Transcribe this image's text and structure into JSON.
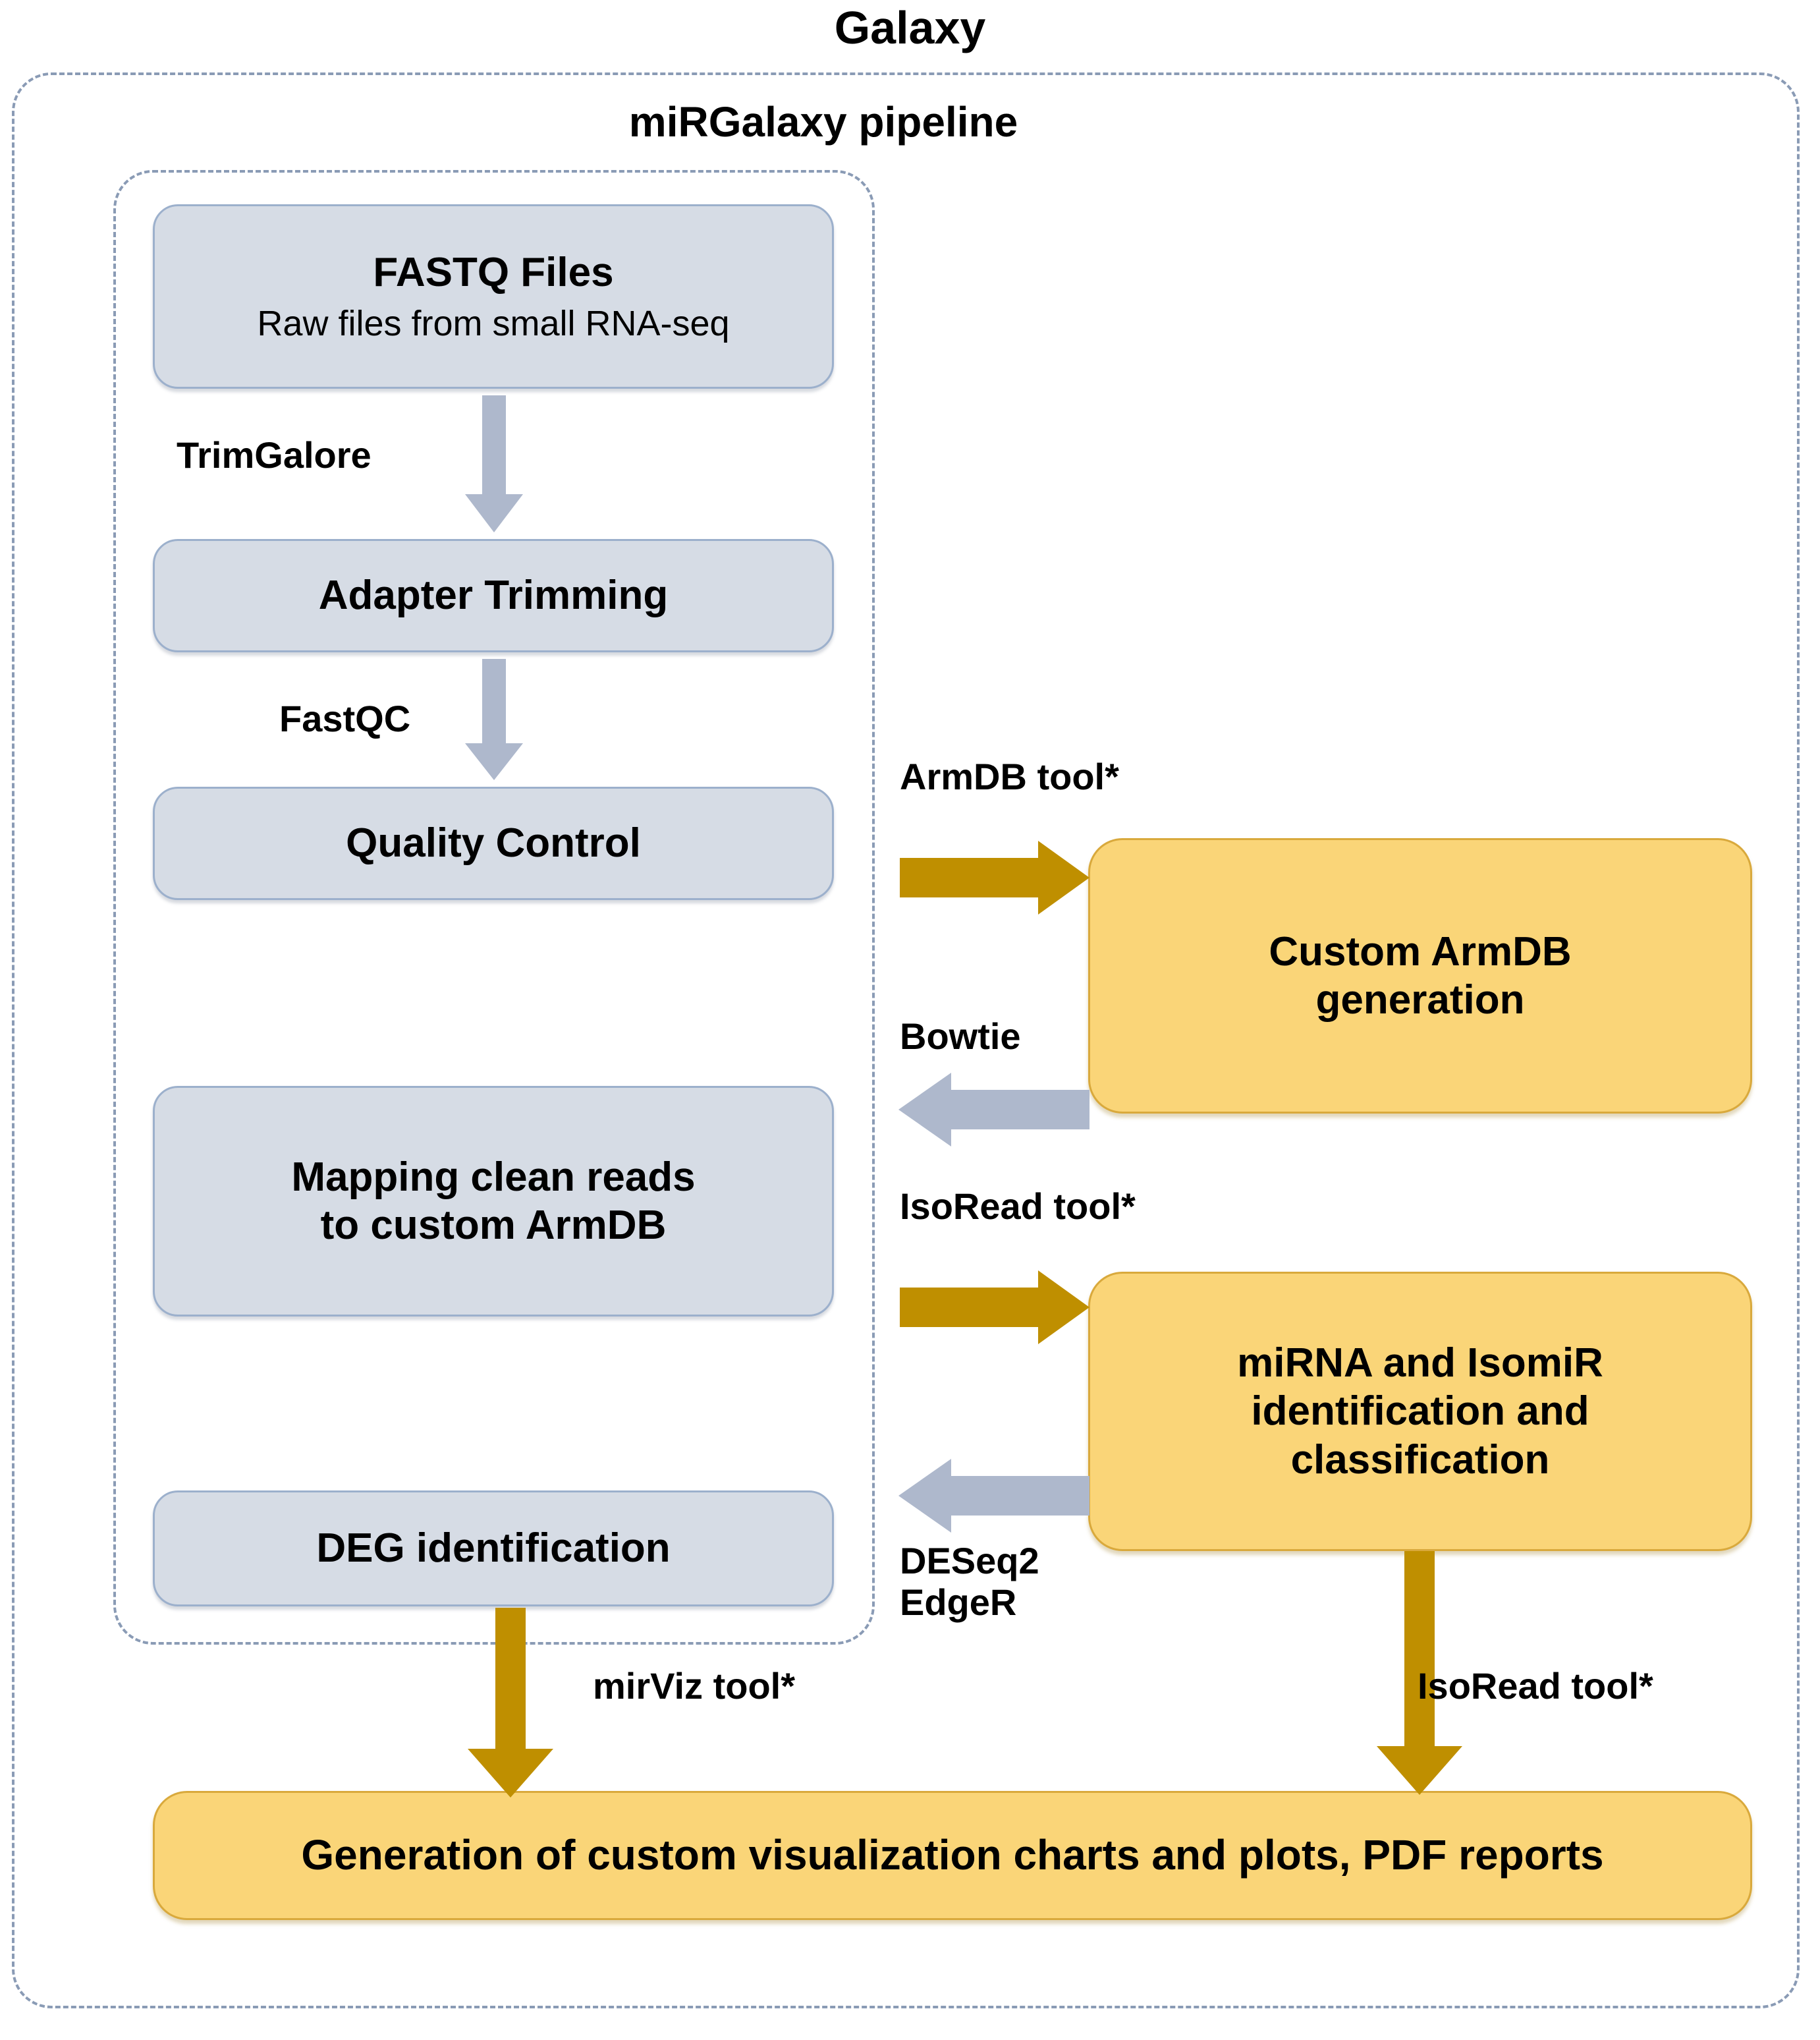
{
  "diagram": {
    "outer_title": "Galaxy",
    "inner_title": "miRGalaxy pipeline",
    "colors": {
      "blue_fill": "#D6DCE5",
      "blue_stroke": "#9CB0CC",
      "yellow_fill": "#FAD578",
      "yellow_stroke": "#D9A93C",
      "gold_arrow": "#BF8F00",
      "gray_arrow": "#AEB8CC",
      "dashed_border": "#8A9BB5"
    }
  },
  "nodes": {
    "fastq": {
      "title": "FASTQ Files",
      "subtitle": "Raw files from small RNA-seq"
    },
    "adapter": {
      "title": "Adapter Trimming"
    },
    "quality": {
      "title": "Quality Control"
    },
    "mapping": {
      "line1": "Mapping clean reads",
      "line2": "to custom ArmDB"
    },
    "deg": {
      "title": "DEG identification"
    },
    "armdb": {
      "line1": "Custom ArmDB",
      "line2": "generation"
    },
    "isomir": {
      "line1": "miRNA and IsomiR",
      "line2": "identification and",
      "line3": "classification"
    },
    "output": {
      "title": "Generation of custom visualization charts and plots, PDF reports"
    }
  },
  "edges": {
    "trimgalore": "TrimGalore",
    "fastqc": "FastQC",
    "armdb_tool": "ArmDB tool*",
    "bowtie": "Bowtie",
    "isoread_tool_1": "IsoRead tool*",
    "deseq2": "DESeq2",
    "edger": "EdgeR",
    "mirviz_tool": "mirViz tool*",
    "isoread_tool_2": "IsoRead tool*"
  }
}
